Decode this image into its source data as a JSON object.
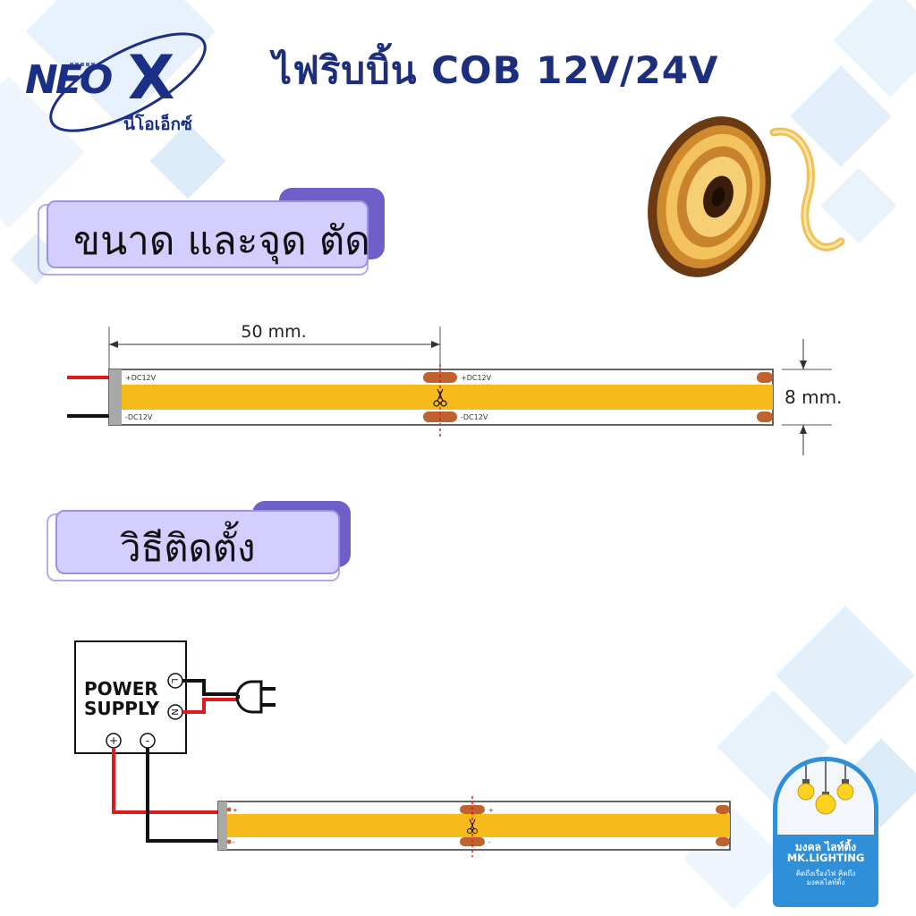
{
  "brand": {
    "logo_text": "NEO",
    "logo_x": "X",
    "logo_thai": "นีโอเอ็กซ์"
  },
  "title": "ไฟริบบิ้น COB 12V/24V",
  "sections": {
    "size": {
      "label": "ขนาด และจุด ตัด"
    },
    "install": {
      "label": "วิธีติดตั้ง"
    }
  },
  "strip_diagram": {
    "cut_length": "50 mm.",
    "width": "8 mm.",
    "pad_positive": "+DC12V",
    "pad_negative": "-DC12V"
  },
  "wiring_diagram": {
    "power_supply_line1": "POWER",
    "power_supply_line2": "SUPPLY",
    "terminal_live": "L",
    "terminal_neutral": "N",
    "terminal_plus": "+",
    "terminal_minus": "-",
    "pad_plus": "+",
    "pad_minus": "-"
  },
  "badge": {
    "name_thai": "มงคล ไลท์ติ้ง",
    "name_en": "MK.LIGHTING",
    "slogan_line1": "คิดถึงเรื่องไฟ คิดถึง",
    "slogan_line2": "มงคลไลท์ติ้ง"
  },
  "colors": {
    "brand_navy": "#1c2f87",
    "tab_purple": "#6f5fc8",
    "tab_lavender": "#d4ceff",
    "led_yellow": "#f6bb1a",
    "copper_pad": "#c0622f",
    "wire_red": "#e01b1b",
    "wire_black": "#111111",
    "badge_blue": "#2f8fd8"
  }
}
